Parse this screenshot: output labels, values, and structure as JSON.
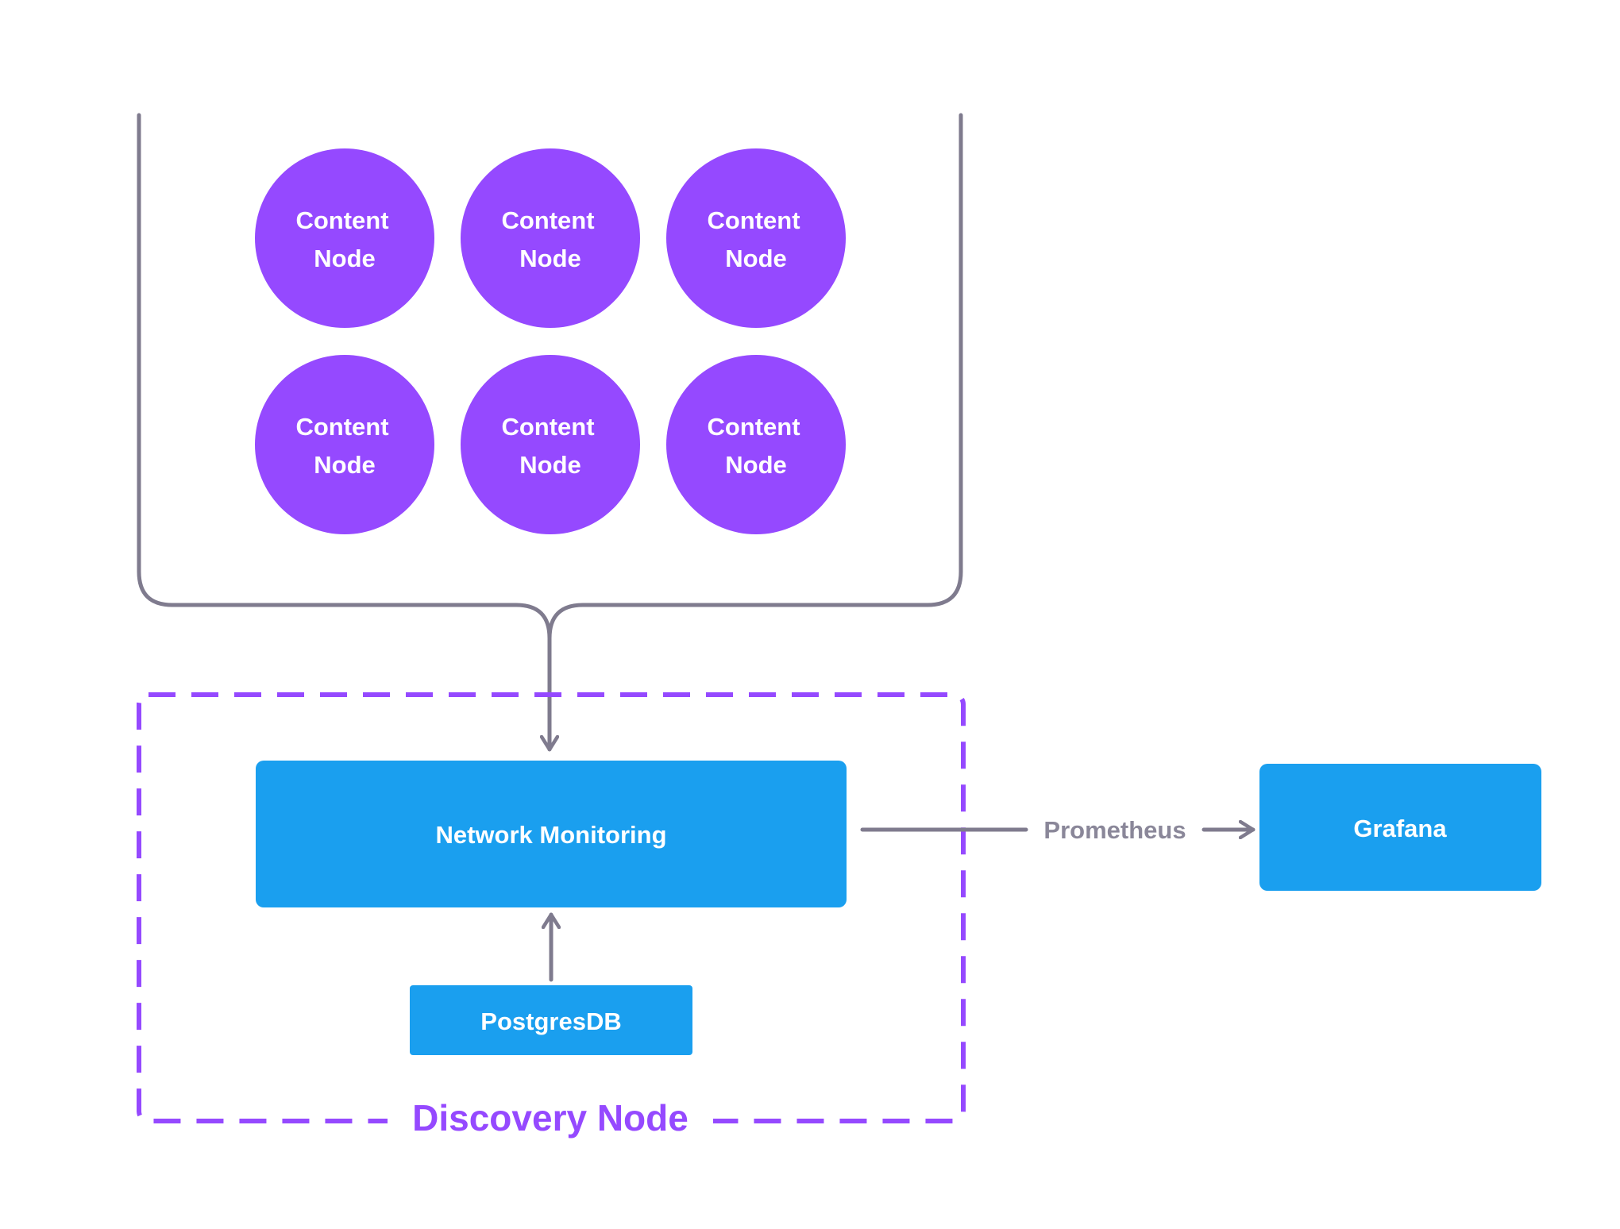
{
  "colors": {
    "purple": "#9549ff",
    "blue": "#1a9fef",
    "gray": "#7f7b8e",
    "label_gray": "#8a8799",
    "white": "#ffffff"
  },
  "content_nodes": [
    {
      "line1": "Content",
      "line2": "Node"
    },
    {
      "line1": "Content",
      "line2": "Node"
    },
    {
      "line1": "Content",
      "line2": "Node"
    },
    {
      "line1": "Content",
      "line2": "Node"
    },
    {
      "line1": "Content",
      "line2": "Node"
    },
    {
      "line1": "Content",
      "line2": "Node"
    }
  ],
  "discovery_node": {
    "label": "Discovery Node"
  },
  "network_monitoring": {
    "label": "Network Monitoring"
  },
  "postgres": {
    "label": "PostgresDB"
  },
  "grafana": {
    "label": "Grafana"
  },
  "edge_prometheus": {
    "label": "Prometheus"
  }
}
